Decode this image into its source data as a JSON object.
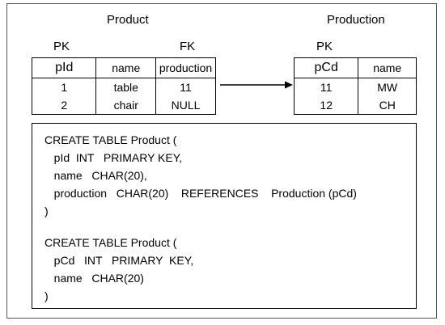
{
  "product": {
    "title": "Product",
    "pk_label": "PK",
    "fk_label": "FK",
    "columns": [
      "pId",
      "name",
      "production"
    ],
    "rows": [
      [
        "1",
        "table",
        "11"
      ],
      [
        "2",
        "chair",
        "NULL"
      ]
    ]
  },
  "production": {
    "title": "Production",
    "pk_label": "PK",
    "columns": [
      "pCd",
      "name"
    ],
    "rows": [
      [
        "11",
        "MW"
      ],
      [
        "12",
        "CH"
      ]
    ]
  },
  "sql": {
    "lines": [
      "CREATE TABLE Product (",
      "   pId  INT   PRIMARY KEY,",
      "   name   CHAR(20),",
      "   production   CHAR(20)    REFERENCES    Production (pCd)",
      ")",
      "",
      "CREATE TABLE Product (",
      "   pCd   INT   PRIMARY  KEY,",
      "   name   CHAR(20)",
      ")"
    ]
  }
}
